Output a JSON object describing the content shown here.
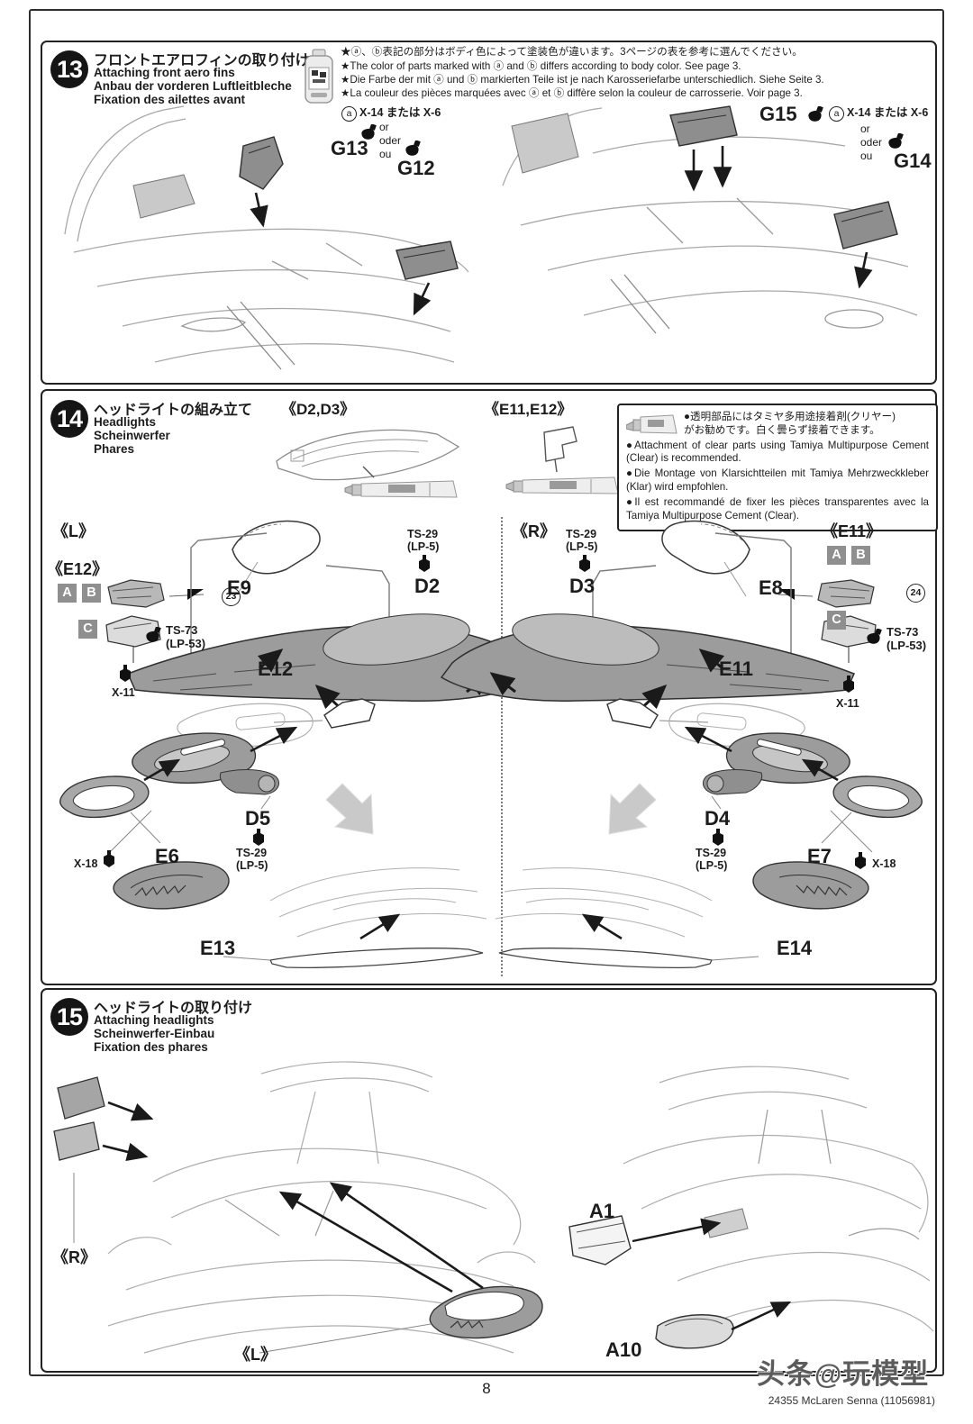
{
  "page": {
    "number": "8",
    "kit_info": "24355 McLaren Senna (11056981)",
    "watermark": "头条@玩模型"
  },
  "paints": {
    "body_color": "X-14 または X-6",
    "or": "or",
    "oder": "oder",
    "ou": "ou",
    "badge_a": "a",
    "ts29": "TS-29",
    "ts29_alt": "(LP-5)",
    "ts73": "TS-73",
    "ts73_alt": "(LP-53)",
    "x11": "X-11",
    "x18": "X-18"
  },
  "step13": {
    "number": "13",
    "title_ja": "フロントエアロフィンの取り付け",
    "title_en": "Attaching front aero fins",
    "title_de": "Anbau der vorderen Luftleitbleche",
    "title_fr": "Fixation des ailettes avant",
    "note_ja": "★ⓐ、ⓑ表記の部分はボディ色によって塗装色が違います。3ページの表を参考に選んでください。",
    "note_en": "★The color of parts marked with ⓐ and ⓑ differs according to body color. See page 3.",
    "note_de": "★Die Farbe der mit ⓐ und ⓑ markierten Teile ist je nach Karosseriefarbe unterschiedlich. Siehe Seite 3.",
    "note_fr": "★La couleur des pièces marquées avec ⓐ et ⓑ diffère selon la couleur de carrosserie. Voir page 3.",
    "g13": "G13",
    "g12": "G12",
    "g15": "G15",
    "g14": "G14"
  },
  "step14": {
    "number": "14",
    "title_ja": "ヘッドライトの組み立て",
    "title_en": "Headlights",
    "title_de": "Scheinwerfer",
    "title_fr": "Phares",
    "hdr_d2d3": "《D2,D3》",
    "hdr_e11e12": "《E11,E12》",
    "cement_ja1": "●透明部品にはタミヤ多用途接着剤(クリヤー)",
    "cement_ja2": "がお勧めです。白く曇らず接着できます。",
    "cement_en": "●Attachment of clear parts using Tamiya Multipurpose Cement (Clear) is recommended.",
    "cement_de": "●Die Montage von Klarsichtteilen mit Tamiya Mehrzweckkleber (Klar) wird empfohlen.",
    "cement_fr": "●Il est recommandé de fixer les pièces transparentes avec la Tamiya Multipurpose Cement (Clear).",
    "lbl_left": "《L》",
    "lbl_right": "《R》",
    "hdr_e12": "《E12》",
    "hdr_e11": "《E11》",
    "letter_a": "A",
    "letter_b": "B",
    "letter_c": "C",
    "num23": "23",
    "num24": "24",
    "e9": "E9",
    "d2": "D2",
    "e12": "E12",
    "d3": "D3",
    "e8": "E8",
    "e11": "E11",
    "e6": "E6",
    "d5": "D5",
    "x18l": "X-18",
    "e13": "E13",
    "d4": "D4",
    "e7": "E7",
    "e14": "E14"
  },
  "step15": {
    "number": "15",
    "title_ja": "ヘッドライトの取り付け",
    "title_en": "Attaching headlights",
    "title_de": "Scheinwerfer-Einbau",
    "title_fr": "Fixation des phares",
    "lbl_r": "《R》",
    "lbl_l": "《L》",
    "a1": "A1",
    "a10": "A10"
  }
}
